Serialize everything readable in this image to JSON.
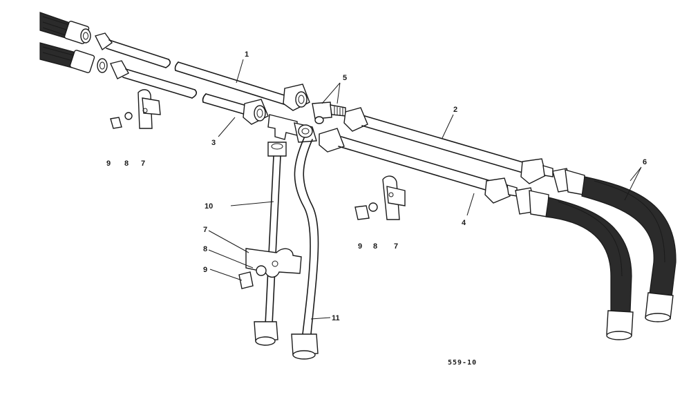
{
  "labels": {
    "l1": "1",
    "l2": "2",
    "l3": "3",
    "l4": "4",
    "l5": "5",
    "l6": "6",
    "l7a": "7",
    "l8a": "8",
    "l9a": "9",
    "l7b": "7",
    "l8b": "8",
    "l9b": "9",
    "l7c": "7",
    "l8c": "8",
    "l9c": "9",
    "l10": "10",
    "l11": "11"
  },
  "figure_code": "559-10",
  "colors": {
    "ink": "#1a1a1a",
    "paper": "#ffffff",
    "hose": "#2b2b2b"
  }
}
